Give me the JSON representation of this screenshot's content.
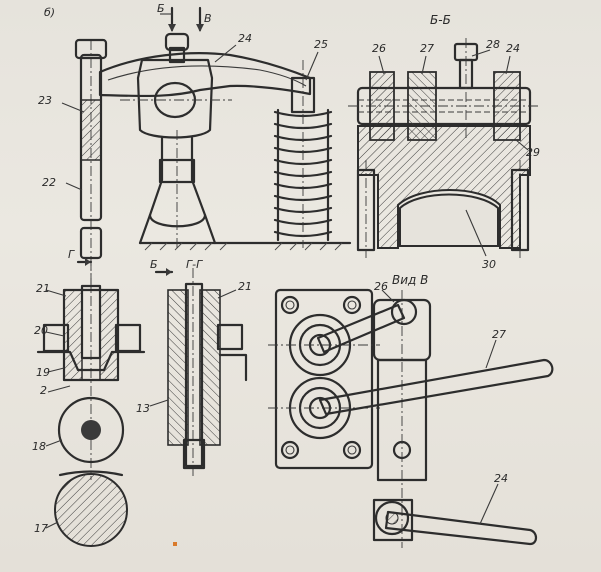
{
  "figure": {
    "corner_letter": "б)",
    "view_arrow_b": "Б",
    "view_arrow_v": "В",
    "section_bb": "Б-Б",
    "section_gg_arrow": "Г",
    "section_gg_title": "Г-Г",
    "section_b_arrow": "Б",
    "view_v_title": "Вид В"
  },
  "part_labels": {
    "p24_top": "24",
    "p25": "25",
    "p23": "23",
    "p22": "22",
    "p26_top": "26",
    "p27_top": "27",
    "p28": "28",
    "p24_bb": "24",
    "p29": "29",
    "p30": "30",
    "p21_left": "21",
    "p21_right": "21",
    "p20": "20",
    "p19": "19",
    "p2": "2",
    "p18": "18",
    "p17": "17",
    "p13": "13",
    "p26_view": "26",
    "p27_view": "27",
    "p24_view": "24"
  },
  "colors": {
    "paper": "#e6e3dc",
    "ink": "#2d2d2d",
    "accent_mark": "#d97a2b"
  }
}
